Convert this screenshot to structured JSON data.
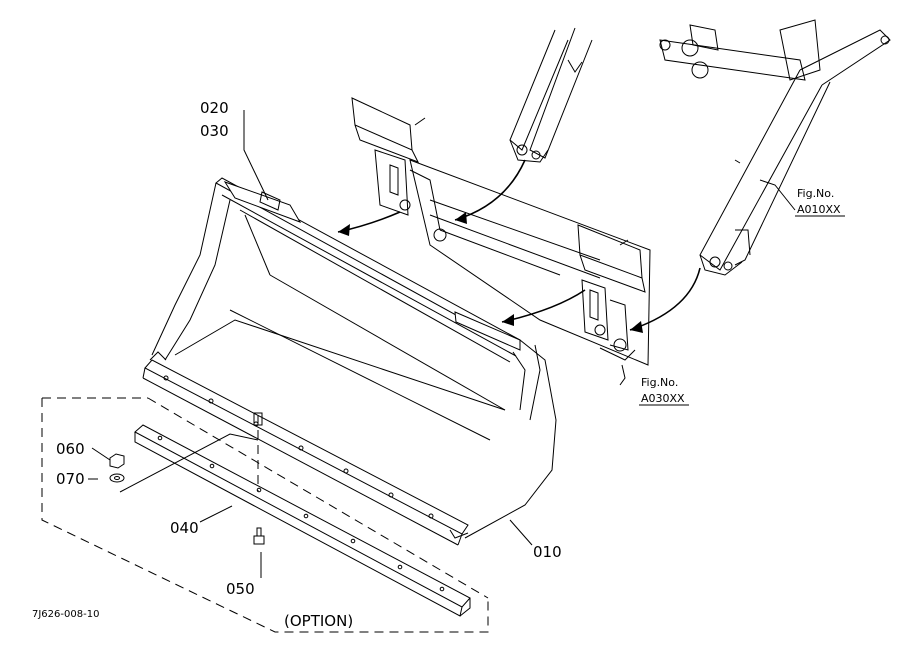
{
  "parts": {
    "p020": "020",
    "p030": "030",
    "p060": "060",
    "p070": "070",
    "p040": "040",
    "p050": "050",
    "p010": "010"
  },
  "refs": {
    "fig_label_1": "Fig.No.",
    "fig_code_1": "A010XX",
    "fig_label_2": "Fig.No.",
    "fig_code_2": "A030XX"
  },
  "option_label": "(OPTION)",
  "drawing_code": "7J626-008-10"
}
